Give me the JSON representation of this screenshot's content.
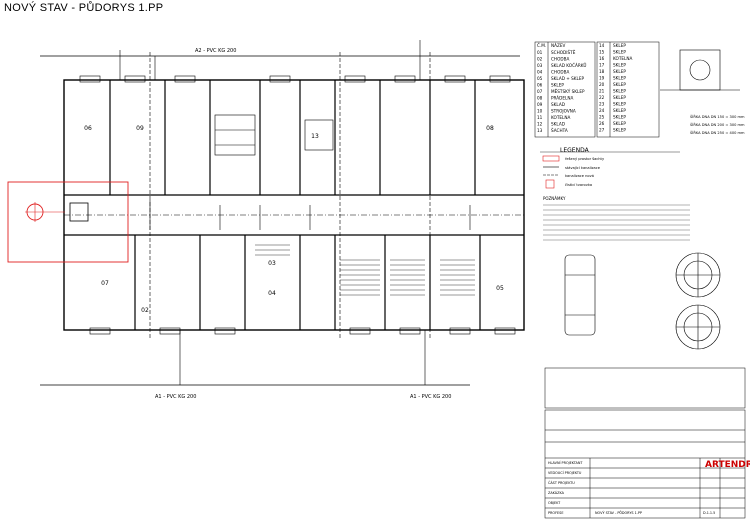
{
  "title": "NOVÝ STAV - PŮDORYS  1.PP",
  "rooms": [
    "06",
    "09",
    "08",
    "07",
    "02",
    "03",
    "04",
    "05",
    "13"
  ],
  "room_table_header": [
    "Č.M.",
    "NÁZEV"
  ],
  "room_table_left": [
    {
      "no": "01",
      "name": "SCHODIŠTĚ"
    },
    {
      "no": "02",
      "name": "CHODBA"
    },
    {
      "no": "03",
      "name": "SKLAD KOČÁRKŮ"
    },
    {
      "no": "04",
      "name": "CHODBA"
    },
    {
      "no": "05",
      "name": "SKLAD + SKLEP"
    },
    {
      "no": "06",
      "name": "SKLEP"
    },
    {
      "no": "07",
      "name": "MĚSTSKÝ SKLEP"
    },
    {
      "no": "08",
      "name": "PRÁDELNA"
    },
    {
      "no": "09",
      "name": "SKLAD"
    },
    {
      "no": "10",
      "name": "STROJOVNA"
    },
    {
      "no": "11",
      "name": "KOTELNA"
    },
    {
      "no": "12",
      "name": "SKLAD"
    },
    {
      "no": "13",
      "name": "ŠACHTA"
    }
  ],
  "room_table_right": [
    {
      "no": "14",
      "name": "SKLEP"
    },
    {
      "no": "15",
      "name": "SKLEP"
    },
    {
      "no": "16",
      "name": "KOTELNA"
    },
    {
      "no": "17",
      "name": "SKLEP"
    },
    {
      "no": "18",
      "name": "SKLEP"
    },
    {
      "no": "19",
      "name": "SKLEP"
    },
    {
      "no": "20",
      "name": "SKLEP"
    },
    {
      "no": "21",
      "name": "SKLEP"
    },
    {
      "no": "22",
      "name": "SKLEP"
    },
    {
      "no": "23",
      "name": "SKLEP"
    },
    {
      "no": "24",
      "name": "SKLEP"
    },
    {
      "no": "25",
      "name": "SKLEP"
    },
    {
      "no": "26",
      "name": "SKLEP"
    },
    {
      "no": "27",
      "name": "SKLEP"
    }
  ],
  "legend_title": "LEGENDA",
  "legend_items": [
    "řešený prostor šachty",
    "stávající kanalizace",
    "kanalizace nová",
    "čisticí tvarovka"
  ],
  "notes_title": "POZNÁMKY",
  "pipe_labels": [
    "A2 - PVC KG 200",
    "A1 - PVC KG 200",
    "A1 - PVC KG 200"
  ],
  "detail_labels": [
    "ŠÍŘKA DNA DN 150 = 300 mm",
    "ŠÍŘKA DNA DN 200 = 300 mm",
    "ŠÍŘKA DNA DN 250 = 400 mm"
  ],
  "title_block": {
    "company": "ARTENDR",
    "rows": [
      "HLAVNÍ PROJEKTANT",
      "VEDOUCÍ PROJEKTU",
      "ČÁST PROJEKTU",
      "ZAKÁZKA",
      "OBJEKT",
      "PROFESE"
    ],
    "sheet_label": "NOVÝ STAV - PŮDORYS 1.PP",
    "sheet_no": "D.1.1.5"
  },
  "colors": {
    "line": "#000000",
    "highlight": "#e02020",
    "dim": "#555555"
  }
}
